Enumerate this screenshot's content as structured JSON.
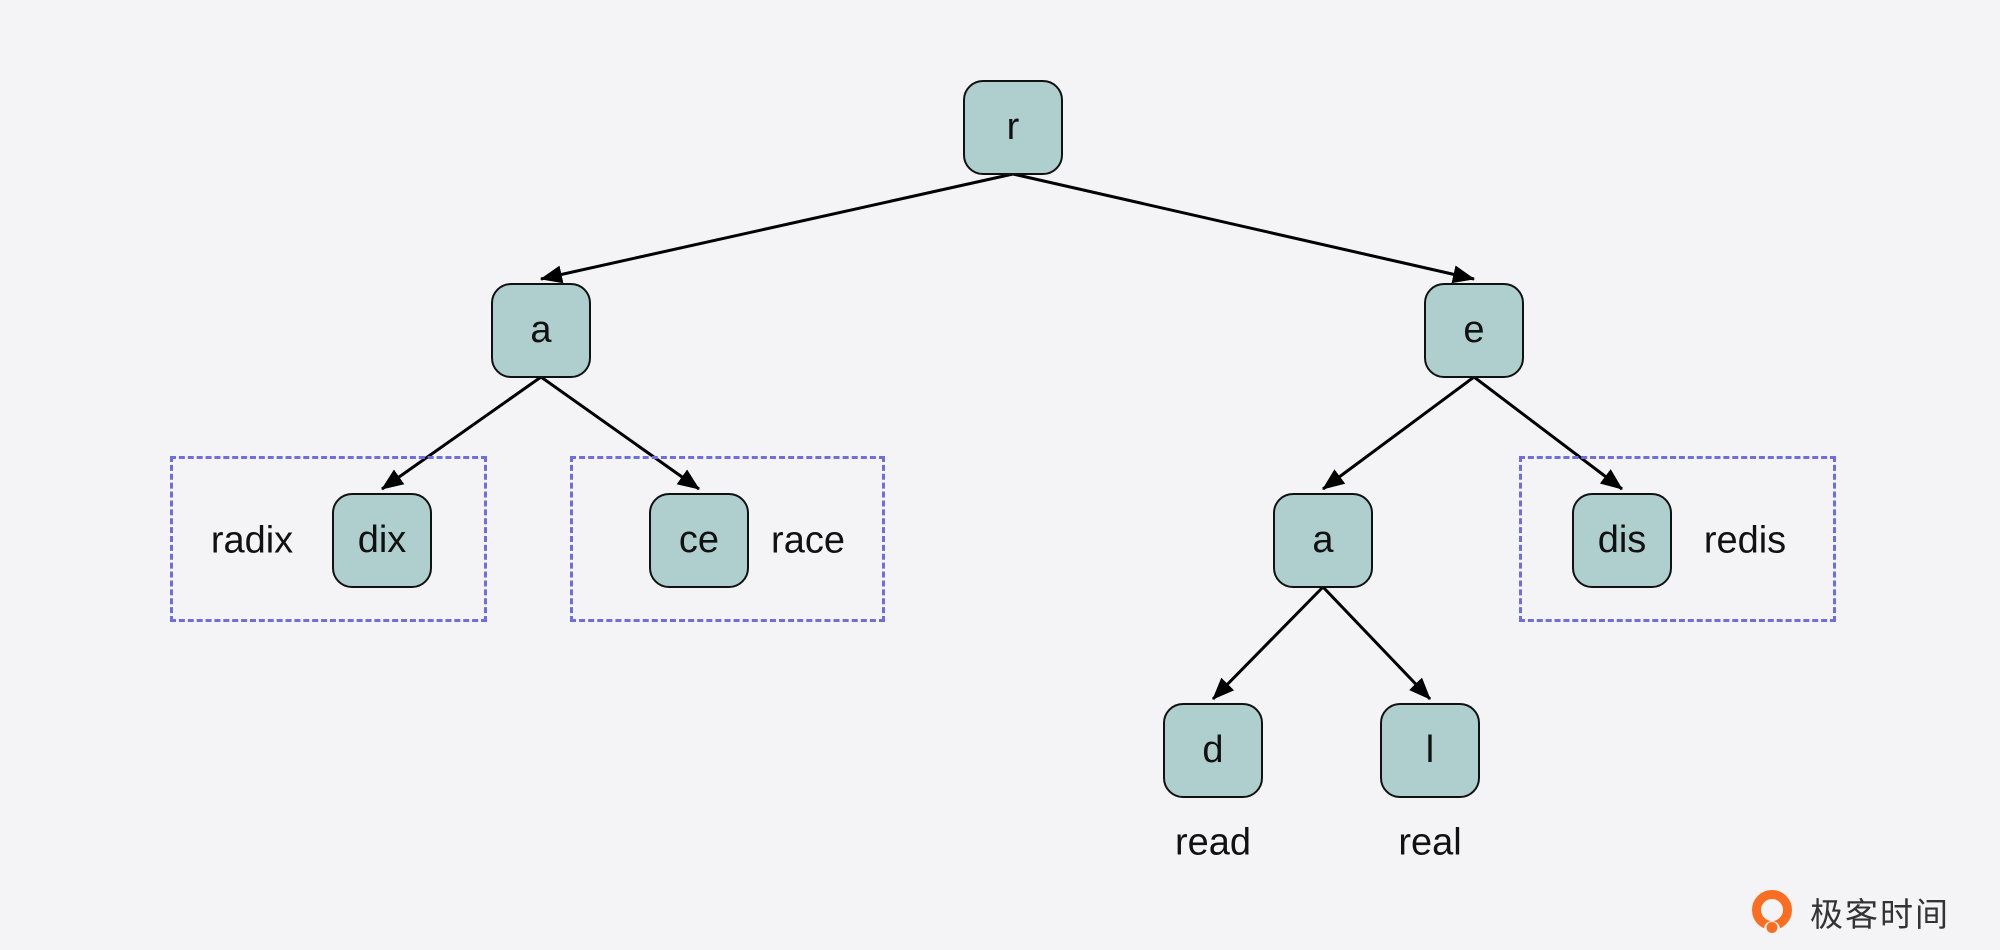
{
  "background": "#f4f4f6",
  "colors": {
    "node_fill": "#aecfcd",
    "node_border": "#111111",
    "dashed_box": "#6e6ede",
    "arrow": "#000000",
    "logo_orange": "#fb6d20",
    "text": "#111111"
  },
  "nodes": [
    {
      "id": "r",
      "label": "r"
    },
    {
      "id": "a1",
      "label": "a"
    },
    {
      "id": "e",
      "label": "e"
    },
    {
      "id": "dix",
      "label": "dix"
    },
    {
      "id": "ce",
      "label": "ce"
    },
    {
      "id": "a2",
      "label": "a"
    },
    {
      "id": "dis",
      "label": "dis"
    },
    {
      "id": "d",
      "label": "d"
    },
    {
      "id": "l",
      "label": "l"
    }
  ],
  "edges": [
    [
      "r",
      "a1"
    ],
    [
      "r",
      "e"
    ],
    [
      "a1",
      "dix"
    ],
    [
      "a1",
      "ce"
    ],
    [
      "e",
      "a2"
    ],
    [
      "e",
      "dis"
    ],
    [
      "a2",
      "d"
    ],
    [
      "a2",
      "l"
    ]
  ],
  "words": [
    {
      "text": "radix"
    },
    {
      "text": "race"
    },
    {
      "text": "redis"
    },
    {
      "text": "read"
    },
    {
      "text": "real"
    }
  ],
  "logo": {
    "text": "极客时间"
  }
}
